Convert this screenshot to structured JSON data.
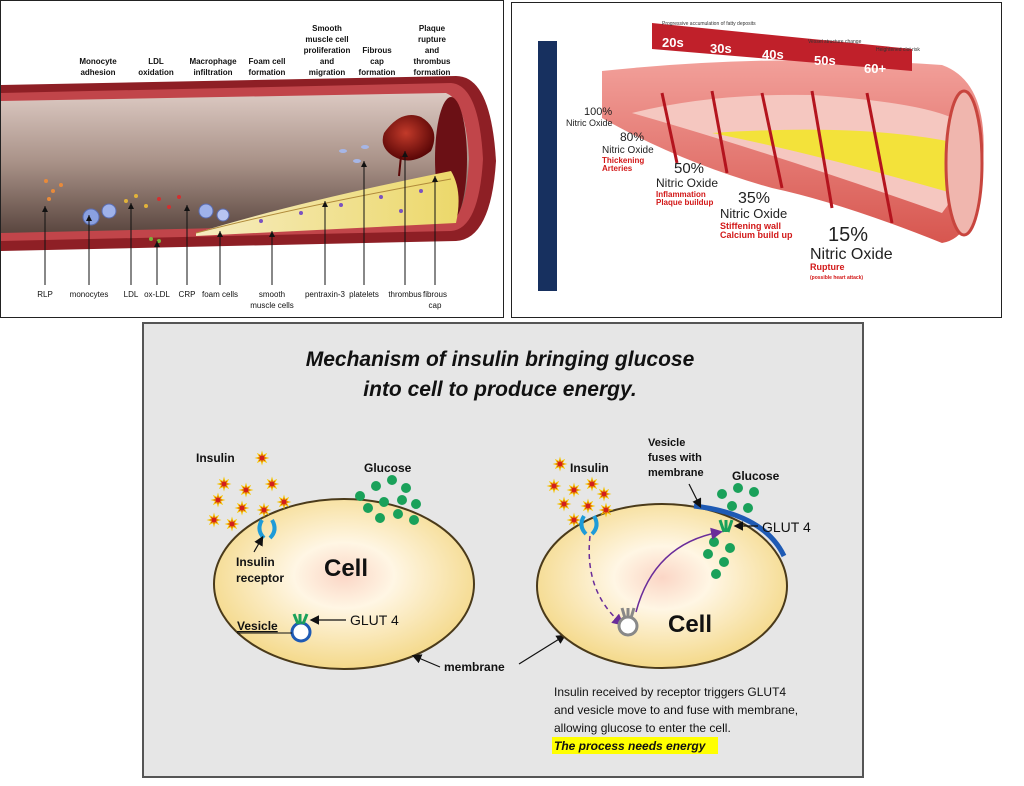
{
  "artery_panel": {
    "stages": [
      {
        "lines": [
          "Monocyte",
          "adhesion"
        ]
      },
      {
        "lines": [
          "LDL",
          "oxidation"
        ]
      },
      {
        "lines": [
          "Macrophage",
          "infiltration"
        ]
      },
      {
        "lines": [
          "Foam cell",
          "formation"
        ]
      },
      {
        "lines": [
          "Smooth",
          "muscle cell",
          "proliferation",
          "and",
          "migration"
        ]
      },
      {
        "lines": [
          "Fibrous",
          "cap",
          "formation"
        ]
      },
      {
        "lines": [
          "Plaque",
          "rupture",
          "and",
          "thrombus",
          "formation"
        ]
      }
    ],
    "components": [
      {
        "lines": [
          "RLP"
        ]
      },
      {
        "lines": [
          "monocytes"
        ]
      },
      {
        "lines": [
          "LDL"
        ]
      },
      {
        "lines": [
          "ox-LDL"
        ]
      },
      {
        "lines": [
          "CRP"
        ]
      },
      {
        "lines": [
          "foam cells"
        ]
      },
      {
        "lines": [
          "smooth",
          "muscle cells"
        ]
      },
      {
        "lines": [
          "pentraxin-3"
        ]
      },
      {
        "lines": [
          "platelets"
        ]
      },
      {
        "lines": [
          "thrombus"
        ]
      },
      {
        "lines": [
          "fibrous",
          "cap"
        ]
      }
    ]
  },
  "nitric_oxide_panel": {
    "decades": [
      "20s",
      "30s",
      "40s",
      "50s",
      "60+"
    ],
    "header_labels": [
      "Progressive accumulation of fatty deposits",
      "Vessel structure change",
      "Heightened clot risk"
    ],
    "stages": [
      {
        "percent": "100%",
        "label": "Nitric Oxide",
        "notes": []
      },
      {
        "percent": "80%",
        "label": "Nitric Oxide",
        "notes": [
          "Thickening",
          "Arteries"
        ]
      },
      {
        "percent": "50%",
        "label": "Nitric Oxide",
        "notes": [
          "Inflammation",
          "Plaque buildup"
        ]
      },
      {
        "percent": "35%",
        "label": "Nitric Oxide",
        "notes": [
          "Stiffening wall",
          "Calcium build up"
        ]
      },
      {
        "percent": "15%",
        "label": "Nitric Oxide",
        "notes": [
          "Rupture",
          "(possible heart attack)"
        ]
      }
    ],
    "colors": {
      "bar": "#17305f",
      "artery": "#e0706a",
      "plaque": "#f3e23a"
    }
  },
  "insulin_panel": {
    "title_lines": [
      "Mechanism of insulin bringing glucose",
      "into cell to produce energy."
    ],
    "left_cell": {
      "insulin": "Insulin",
      "glucose": "Glucose",
      "cell": "Cell",
      "receptor": [
        "Insulin",
        "receptor"
      ],
      "glut": "GLUT 4",
      "vesicle": "Vesicle"
    },
    "right_cell": {
      "insulin": "Insulin",
      "vesicle_fuses": [
        "Vesicle",
        "fuses with",
        "membrane"
      ],
      "glucose": "Glucose",
      "glut": "GLUT 4",
      "cell": "Cell"
    },
    "membrane": "membrane",
    "explanation": [
      "Insulin received by receptor triggers GLUT4",
      "and vesicle move to and fuse with membrane,",
      "allowing glucose to enter the cell."
    ],
    "energy_note": "The process needs energy",
    "colors": {
      "background": "#e6e6e6",
      "cell_fill": "#f4d98a",
      "glucose": "#1aa15a",
      "insulin": "#d11e1e",
      "highlight": "#ffff00"
    }
  }
}
